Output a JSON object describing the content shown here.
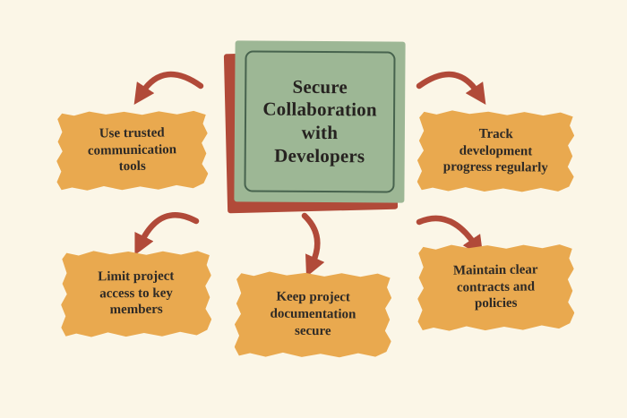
{
  "center": {
    "title": "Secure\nCollaboration\nwith\nDevelopers"
  },
  "notes": [
    {
      "id": "communication-tools",
      "text": "Use trusted\ncommunication\ntools"
    },
    {
      "id": "track-progress",
      "text": "Track\ndevelopment\nprogress regularly"
    },
    {
      "id": "limit-access",
      "text": "Limit project\naccess to key\nmembers"
    },
    {
      "id": "documentation-secure",
      "text": "Keep project\ndocumentation\nsecure"
    },
    {
      "id": "contracts-policies",
      "text": "Maintain clear\ncontracts and\npolicies"
    }
  ],
  "colors": {
    "background": "#FBF6E7",
    "note": "#E9A94F",
    "card": "#9DB795",
    "card_border": "#47634E",
    "accent": "#B14A39",
    "text": "#2E2A26"
  }
}
